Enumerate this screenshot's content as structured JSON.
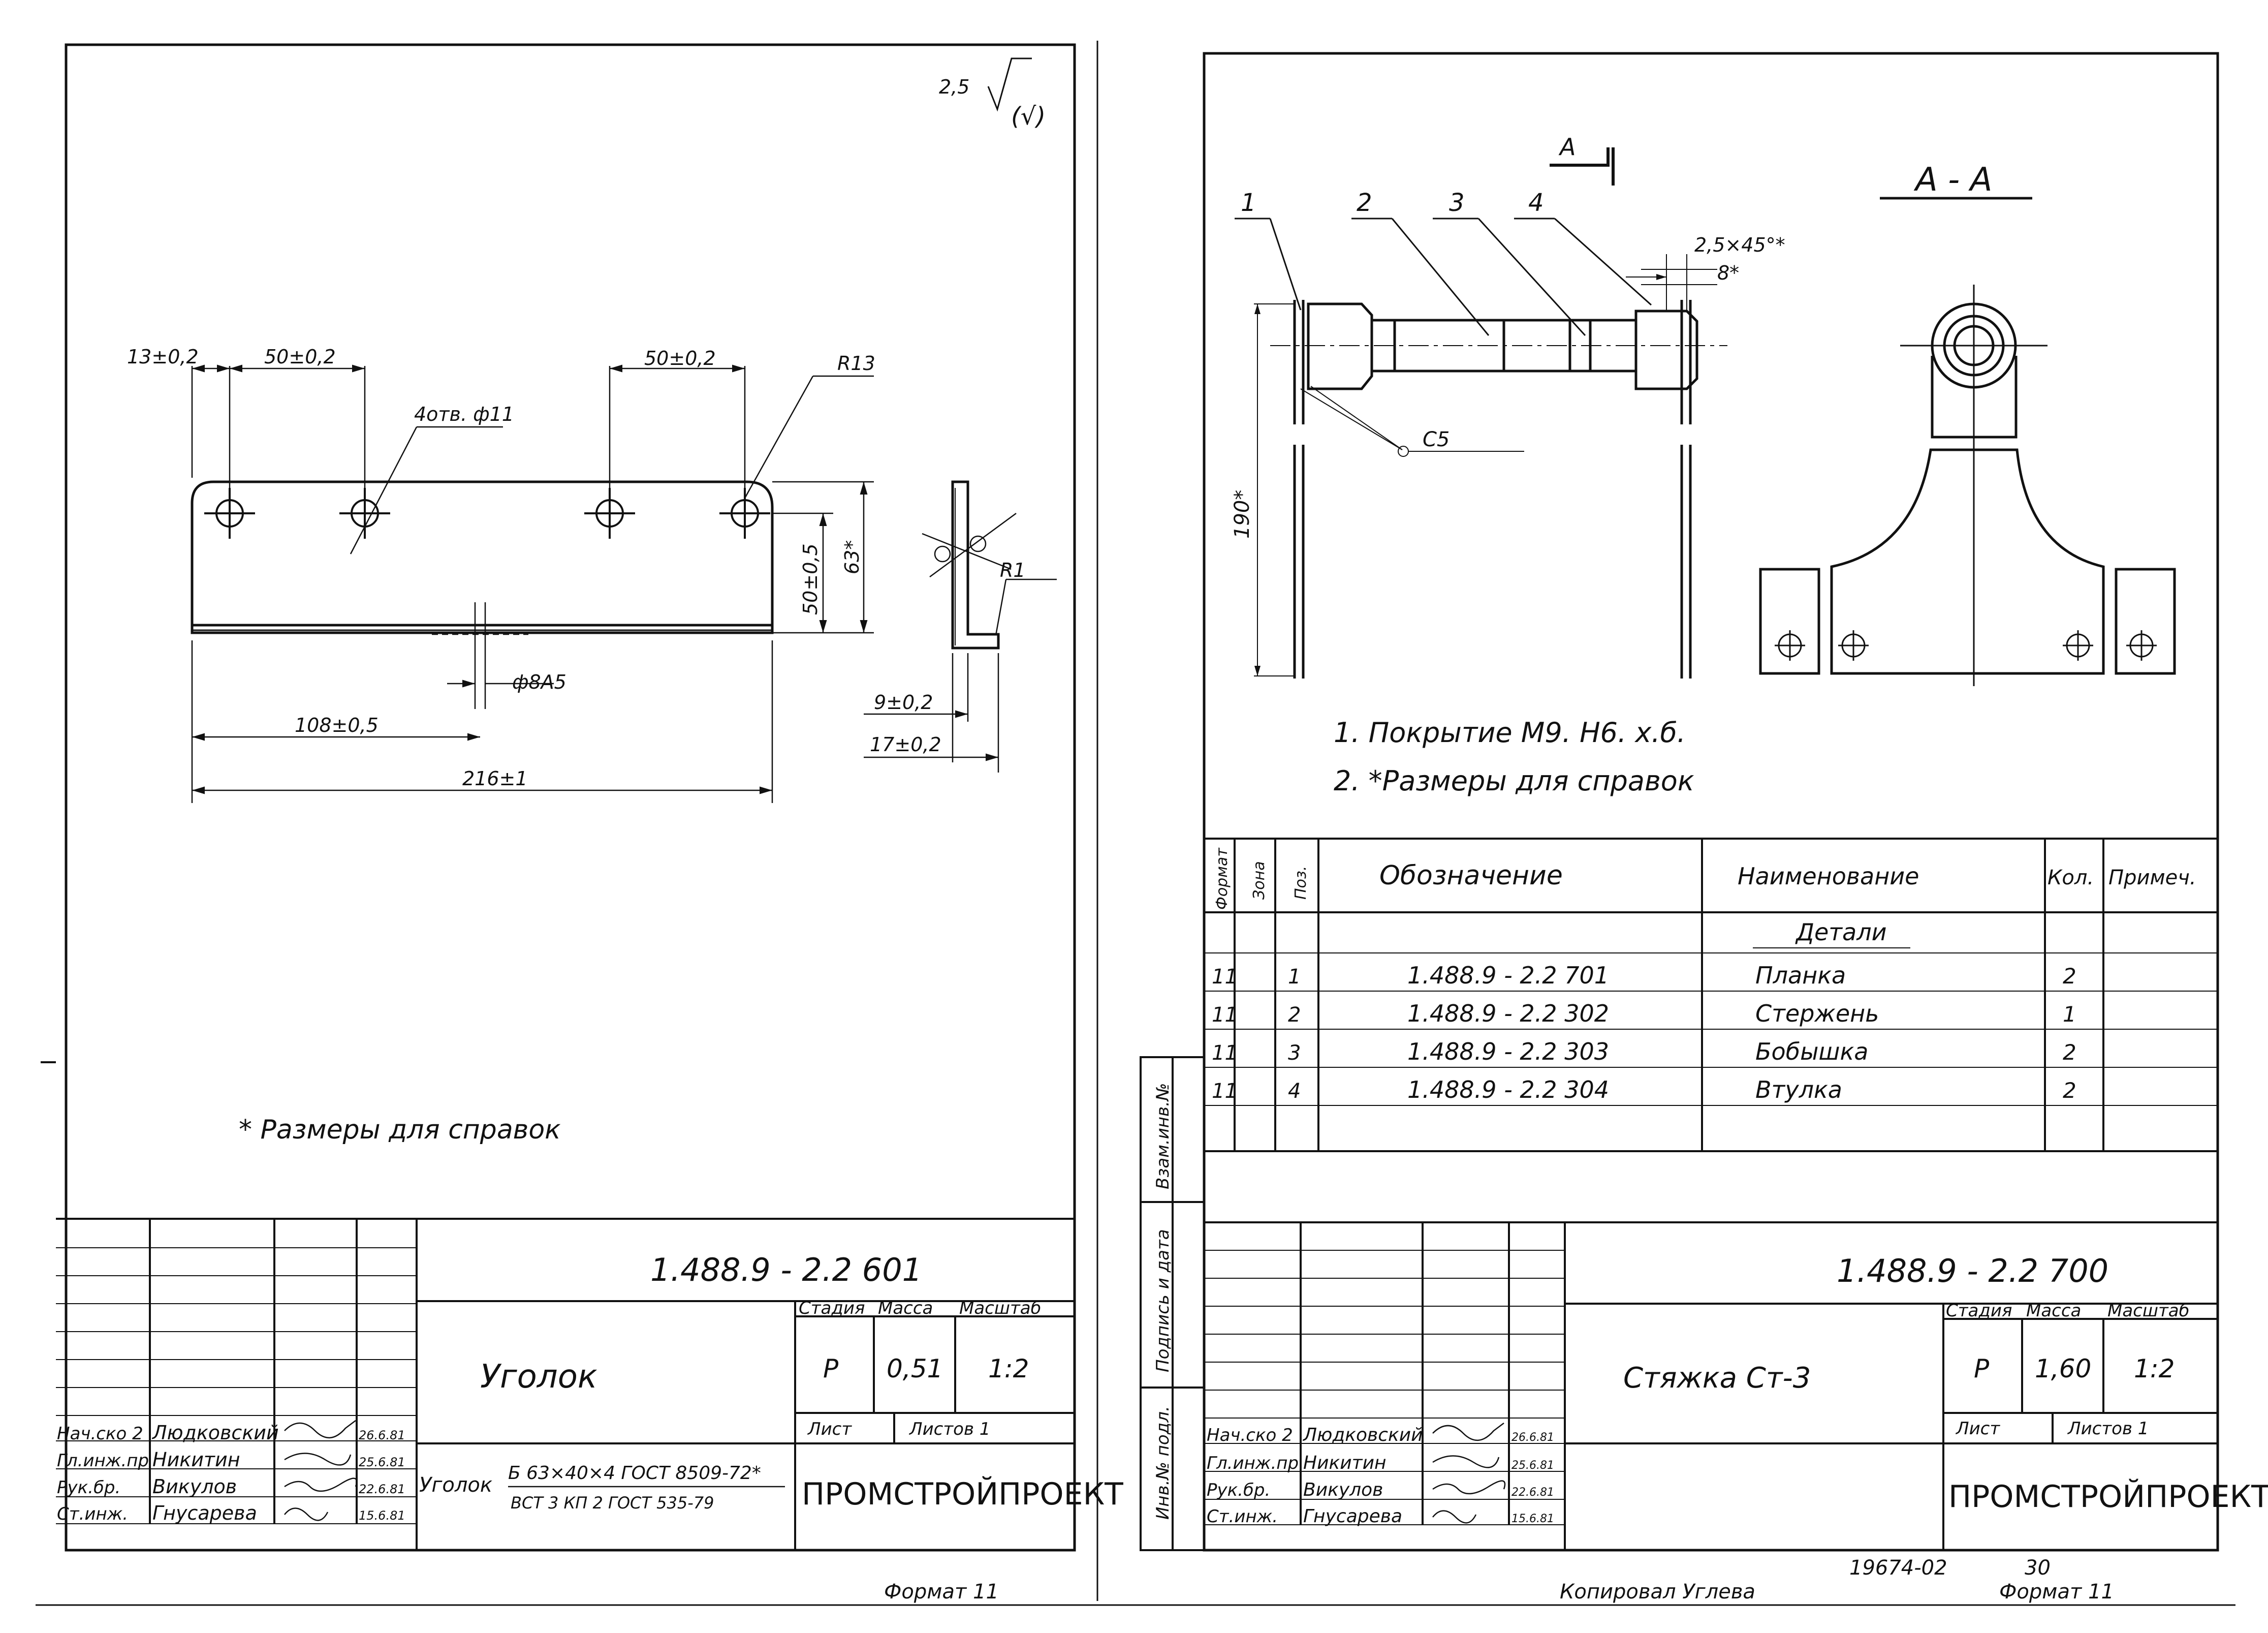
{
  "left_sheet": {
    "roughness": {
      "value": "2,5",
      "sub": "(√)"
    },
    "dims": {
      "d13": "13±0,2",
      "d50a": "50±0,2",
      "d50b": "50±0,2",
      "r13": "R13",
      "holes": "4отв. ф11",
      "h50": "50±0,5",
      "h63": "63*",
      "phi8": "ф8A5",
      "d108": "108±0,5",
      "d216": "216±1",
      "r1": "R1",
      "d9": "9±0,2",
      "d17": "17±0,2"
    },
    "note": "* Размеры для справок",
    "title_block": {
      "code": "1.488.9 - 2.2 601",
      "name": "Уголок",
      "stage_label": "Стадия",
      "mass_label": "Масса",
      "scale_label": "Масштаб",
      "stage": "Р",
      "mass": "0,51",
      "scale": "1:2",
      "sheet_label": "Лист",
      "sheets_label": "Листов 1",
      "org": "ПРОМСТРОЙПРОЕКТ",
      "material_name": "Уголок",
      "material_top": "Б 63×40×4 ГОСТ 8509-72*",
      "material_bottom": "ВСТ 3 КП 2 ГОСТ 535-79",
      "staff": [
        {
          "role": "Нач.ско 2",
          "name": "Людковский",
          "date": "26.6.81"
        },
        {
          "role": "Гл.инж.пр",
          "name": "Никитин",
          "date": "25.6.81"
        },
        {
          "role": "Рук.бр.",
          "name": "Викулов",
          "date": "22.6.81"
        },
        {
          "role": "Ст.инж.",
          "name": "Гнусарева",
          "date": "15.6.81"
        }
      ]
    },
    "format": "Формат 11"
  },
  "right_sheet": {
    "dims": {
      "section_mark": "А",
      "section_title": "А - А",
      "chamfer": "2,5×45°*",
      "d8": "8*",
      "d190": "190*",
      "weld": "С5"
    },
    "callouts": [
      "1",
      "2",
      "3",
      "4"
    ],
    "notes": [
      "1. Покрытие М9. Н6. х.б.",
      "2. *Размеры для справок"
    ],
    "spec": {
      "headers": {
        "format": "Формат",
        "zone": "Зона",
        "pos": "Поз.",
        "designation": "Обозначение",
        "name": "Наименование",
        "qty": "Кол.",
        "note": "Примеч."
      },
      "section": "Детали",
      "rows": [
        {
          "format": "11",
          "pos": "1",
          "designation": "1.488.9 - 2.2 701",
          "name": "Планка",
          "qty": "2"
        },
        {
          "format": "11",
          "pos": "2",
          "designation": "1.488.9 - 2.2 302",
          "name": "Стержень",
          "qty": "1"
        },
        {
          "format": "11",
          "pos": "3",
          "designation": "1.488.9 - 2.2 303",
          "name": "Бобышка",
          "qty": "2"
        },
        {
          "format": "11",
          "pos": "4",
          "designation": "1.488.9 - 2.2 304",
          "name": "Втулка",
          "qty": "2"
        }
      ]
    },
    "side_labels": [
      "Инв.№ подл.",
      "Подпись и дата",
      "Взам.инв.№"
    ],
    "title_block": {
      "code": "1.488.9 - 2.2 700",
      "name": "Стяжка Ст-3",
      "stage_label": "Стадия",
      "mass_label": "Масса",
      "scale_label": "Масштаб",
      "stage": "Р",
      "mass": "1,60",
      "scale": "1:2",
      "sheet_label": "Лист",
      "sheets_label": "Листов 1",
      "org": "ПРОМСТРОЙПРОЕКТ",
      "staff": [
        {
          "role": "Нач.ско 2",
          "name": "Людковский",
          "date": "26.6.81"
        },
        {
          "role": "Гл.инж.пр",
          "name": "Никитин",
          "date": "25.6.81"
        },
        {
          "role": "Рук.бр.",
          "name": "Викулов",
          "date": "22.6.81"
        },
        {
          "role": "Ст.инж.",
          "name": "Гнусарева",
          "date": "15.6.81"
        }
      ]
    },
    "archive_no": "19674-02",
    "page_no": "30",
    "copied_by": "Копировал Углева",
    "format": "Формат 11"
  }
}
